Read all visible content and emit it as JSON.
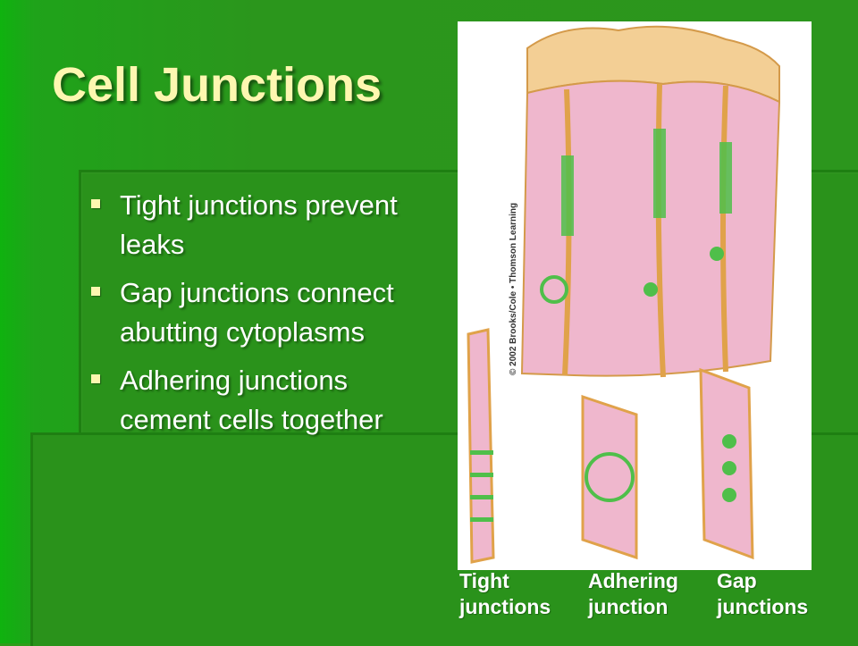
{
  "slide": {
    "title": "Cell Junctions",
    "bullets": [
      "Tight junctions prevent leaks",
      "Gap junctions connect abutting cytoplasms",
      "Adhering junctions cement cells together"
    ]
  },
  "figure": {
    "credit": "© 2002 Brooks/Cole • Thomson Learning",
    "captions": [
      "Tight\njunctions",
      "Adhering\njunction",
      "Gap\njunctions"
    ]
  },
  "colors": {
    "background": "#2c961d",
    "title": "#fdf7b0",
    "text": "#ffffff",
    "cell_pink": "#efb7cd",
    "membrane": "#e0a24a",
    "junction_green": "#4fbf4a"
  }
}
